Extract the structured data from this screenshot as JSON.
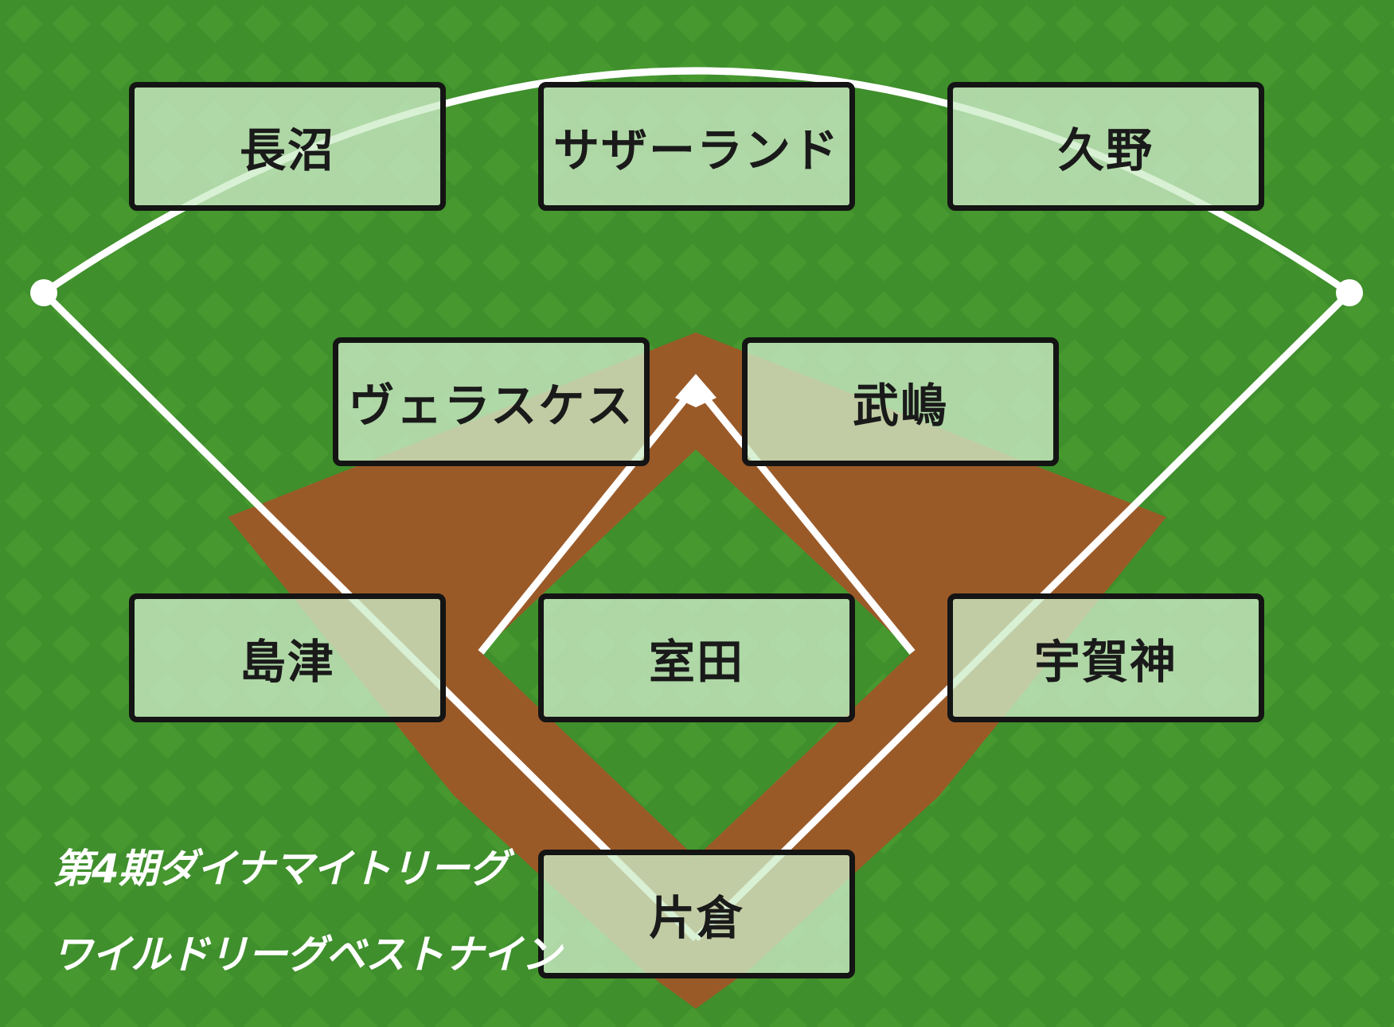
{
  "positions": {
    "lf": "長沼",
    "cf": "サザーランド",
    "rf": "久野",
    "ss": "ヴェラスケス",
    "second": "武嶋",
    "third": "島津",
    "pitcher": "室田",
    "first": "宇賀神",
    "catcher": "片倉"
  },
  "caption": {
    "line1": "第4期ダイナマイトリーグ",
    "line2": "ワイルドリーグベストナイン"
  },
  "colors": {
    "grass": "#3f8f2c",
    "dirt": "#9a5a28",
    "line": "#ffffff",
    "card_border": "#141414"
  }
}
